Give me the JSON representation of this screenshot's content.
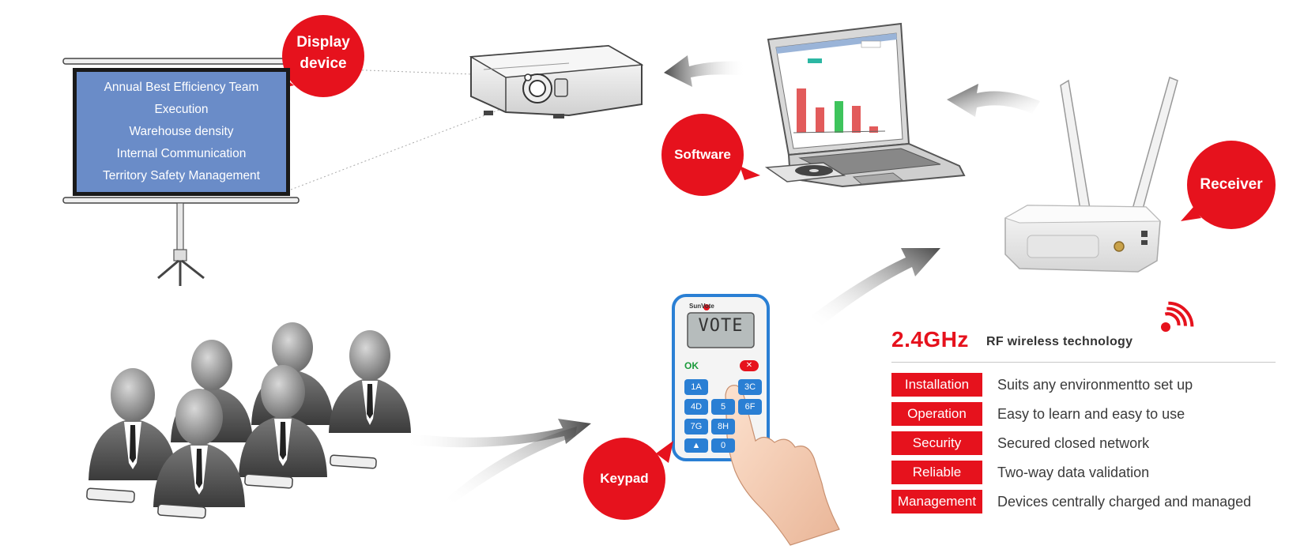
{
  "bubbles": {
    "display": [
      "Display",
      "device"
    ],
    "software": "Software",
    "receiver": "Receiver",
    "keypad": "Keypad"
  },
  "screen": {
    "lines": [
      "Annual Best Efficiency Team",
      "Execution",
      "Warehouse density",
      "Internal Communication",
      "Territory Safety Management"
    ]
  },
  "keypad": {
    "brand": "SunVote",
    "display": "VOTE",
    "ok": "OK",
    "keys": [
      "1A",
      "3C",
      "4D",
      "5",
      "6F",
      "7G",
      "8H",
      "0"
    ]
  },
  "tech": {
    "frequency": "2.4GHz",
    "description": "RF wireless technology"
  },
  "features": [
    {
      "label": "Installation",
      "text": "Suits any environmentto set up"
    },
    {
      "label": "Operation",
      "text": "Easy to learn and easy to use"
    },
    {
      "label": "Security",
      "text": "Secured closed network"
    },
    {
      "label": "Reliable",
      "text": "Two-way data validation"
    },
    {
      "label": "Management",
      "text": "Devices centrally charged and managed"
    }
  ],
  "colors": {
    "accent": "#e6121d",
    "screen": "#6a8cc8",
    "keypad_blue": "#2a7fd4"
  }
}
